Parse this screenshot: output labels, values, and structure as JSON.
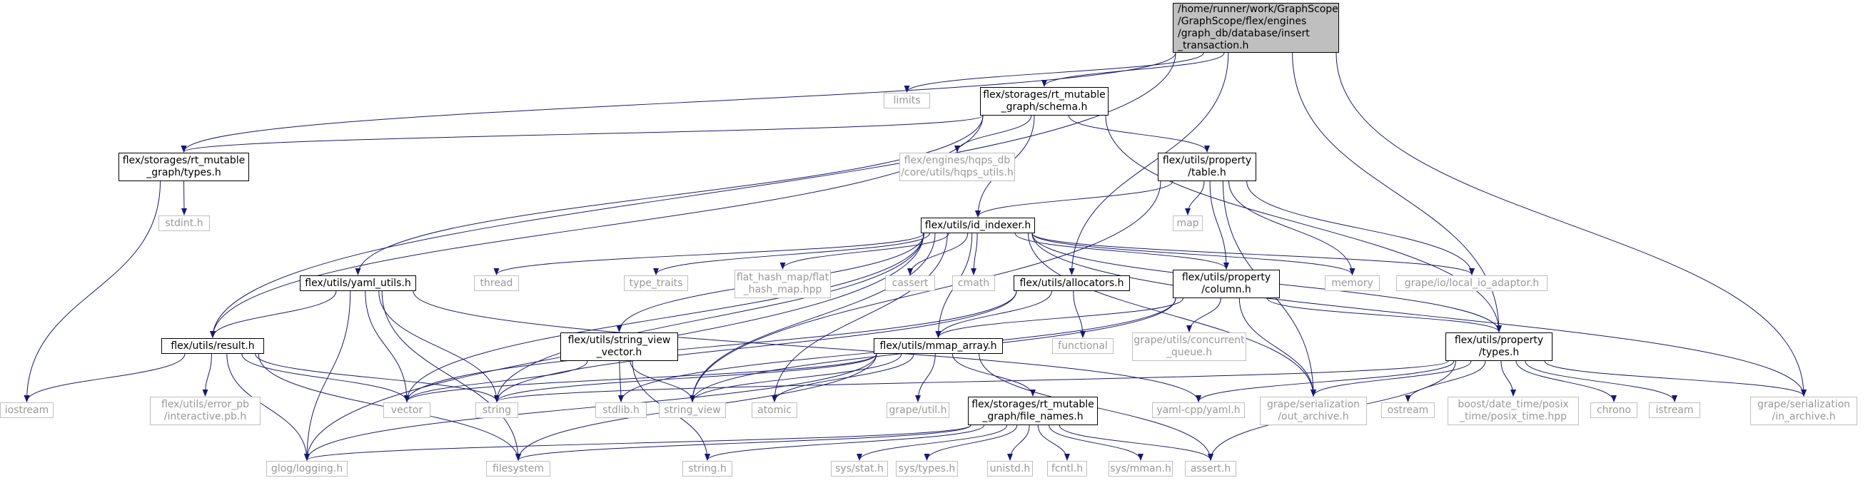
{
  "diagram": {
    "root": "/home/runner/work/GraphScope\n/GraphScope/flex/engines\n/graph_db/database/insert\n_transaction.h",
    "nodes": {
      "limits": "limits",
      "schema": "flex/storages/rt_mutable\n_graph/schema.h",
      "types_h": "flex/storages/rt_mutable\n_graph/types.h",
      "hqps": "flex/engines/hqps_db\n/core/utils/hqps_utils.h",
      "table": "flex/utils/property\n/table.h",
      "stdint": "stdint.h",
      "map": "map",
      "id_indexer": "flex/utils/id_indexer.h",
      "thread": "thread",
      "type_traits": "type_traits",
      "flat_hash_map": "flat_hash_map/flat\n_hash_map.hpp",
      "cassert": "cassert",
      "cmath": "cmath",
      "allocators": "flex/utils/allocators.h",
      "column": "flex/utils/property\n/column.h",
      "memory": "memory",
      "local_io": "grape/io/local_io_adaptor.h",
      "yaml_utils": "flex/utils/yaml_utils.h",
      "result": "flex/utils/result.h",
      "string_view_vector": "flex/utils/string_view\n_vector.h",
      "mmap_array": "flex/utils/mmap_array.h",
      "functional": "functional",
      "concurrent_queue": "grape/utils/concurrent\n_queue.h",
      "prop_types": "flex/utils/property\n/types.h",
      "iostream": "iostream",
      "error_pb": "flex/utils/error_pb\n/interactive.pb.h",
      "vector": "vector",
      "string": "string",
      "stdlib": "stdlib.h",
      "string_view": "string_view",
      "atomic": "atomic",
      "grape_util": "grape/util.h",
      "file_names": "flex/storages/rt_mutable\n_graph/file_names.h",
      "yaml_cpp": "yaml-cpp/yaml.h",
      "out_archive": "grape/serialization\n/out_archive.h",
      "ostream": "ostream",
      "posix_time": "boost/date_time/posix\n_time/posix_time.hpp",
      "chrono": "chrono",
      "istream": "istream",
      "in_archive": "grape/serialization\n/in_archive.h",
      "glog": "glog/logging.h",
      "filesystem": "filesystem",
      "string_h": "string.h",
      "sys_stat": "sys/stat.h",
      "sys_types": "sys/types.h",
      "unistd": "unistd.h",
      "fcntl": "fcntl.h",
      "sys_mman": "sys/mman.h",
      "assert": "assert.h"
    },
    "edges": [
      [
        "root",
        "limits"
      ],
      [
        "root",
        "schema"
      ],
      [
        "root",
        "types_h"
      ],
      [
        "root",
        "result"
      ],
      [
        "root",
        "allocators"
      ],
      [
        "root",
        "prop_types"
      ],
      [
        "root",
        "in_archive"
      ],
      [
        "schema",
        "types_h"
      ],
      [
        "schema",
        "hqps"
      ],
      [
        "schema",
        "table"
      ],
      [
        "schema",
        "id_indexer"
      ],
      [
        "schema",
        "yaml_utils"
      ],
      [
        "schema",
        "result"
      ],
      [
        "schema",
        "prop_types"
      ],
      [
        "types_h",
        "stdint"
      ],
      [
        "types_h",
        "iostream"
      ],
      [
        "table",
        "id_indexer"
      ],
      [
        "table",
        "map"
      ],
      [
        "table",
        "memory"
      ],
      [
        "table",
        "local_io"
      ],
      [
        "table",
        "column"
      ],
      [
        "table",
        "string_view"
      ],
      [
        "table",
        "out_archive"
      ],
      [
        "id_indexer",
        "thread"
      ],
      [
        "id_indexer",
        "type_traits"
      ],
      [
        "id_indexer",
        "flat_hash_map"
      ],
      [
        "id_indexer",
        "cassert"
      ],
      [
        "id_indexer",
        "cmath"
      ],
      [
        "id_indexer",
        "memory"
      ],
      [
        "id_indexer",
        "local_io"
      ],
      [
        "id_indexer",
        "column"
      ],
      [
        "id_indexer",
        "string_view_vector"
      ],
      [
        "id_indexer",
        "mmap_array"
      ],
      [
        "id_indexer",
        "prop_types"
      ],
      [
        "id_indexer",
        "vector"
      ],
      [
        "id_indexer",
        "string"
      ],
      [
        "id_indexer",
        "string_view"
      ],
      [
        "id_indexer",
        "atomic"
      ],
      [
        "id_indexer",
        "glog"
      ],
      [
        "id_indexer",
        "out_archive"
      ],
      [
        "id_indexer",
        "in_archive"
      ],
      [
        "allocators",
        "mmap_array"
      ],
      [
        "allocators",
        "functional"
      ],
      [
        "allocators",
        "vector"
      ],
      [
        "allocators",
        "string"
      ],
      [
        "column",
        "mmap_array"
      ],
      [
        "column",
        "concurrent_queue"
      ],
      [
        "column",
        "prop_types"
      ],
      [
        "column",
        "string_view"
      ],
      [
        "column",
        "out_archive"
      ],
      [
        "column",
        "stdlib"
      ],
      [
        "yaml_utils",
        "result"
      ],
      [
        "yaml_utils",
        "yaml_cpp"
      ],
      [
        "yaml_utils",
        "vector"
      ],
      [
        "yaml_utils",
        "string"
      ],
      [
        "yaml_utils",
        "glog"
      ],
      [
        "yaml_utils",
        "filesystem"
      ],
      [
        "result",
        "iostream"
      ],
      [
        "result",
        "error_pb"
      ],
      [
        "result",
        "vector"
      ],
      [
        "result",
        "string"
      ],
      [
        "result",
        "glog"
      ],
      [
        "result",
        "filesystem"
      ],
      [
        "string_view_vector",
        "vector"
      ],
      [
        "string_view_vector",
        "stdlib"
      ],
      [
        "string_view_vector",
        "string_view"
      ],
      [
        "string_view_vector",
        "string_h"
      ],
      [
        "mmap_array",
        "grape_util"
      ],
      [
        "mmap_array",
        "file_names"
      ],
      [
        "mmap_array",
        "string_view"
      ],
      [
        "mmap_array",
        "atomic"
      ],
      [
        "mmap_array",
        "string"
      ],
      [
        "mmap_array",
        "vector"
      ],
      [
        "mmap_array",
        "glog"
      ],
      [
        "mmap_array",
        "filesystem"
      ],
      [
        "mmap_array",
        "assert"
      ],
      [
        "prop_types",
        "yaml_cpp"
      ],
      [
        "prop_types",
        "out_archive"
      ],
      [
        "prop_types",
        "ostream"
      ],
      [
        "prop_types",
        "posix_time"
      ],
      [
        "prop_types",
        "chrono"
      ],
      [
        "prop_types",
        "istream"
      ],
      [
        "prop_types",
        "in_archive"
      ],
      [
        "prop_types",
        "string"
      ],
      [
        "prop_types",
        "assert"
      ],
      [
        "file_names",
        "glog"
      ],
      [
        "file_names",
        "filesystem"
      ],
      [
        "file_names",
        "string_h"
      ],
      [
        "file_names",
        "sys_stat"
      ],
      [
        "file_names",
        "sys_types"
      ],
      [
        "file_names",
        "unistd"
      ],
      [
        "file_names",
        "fcntl"
      ],
      [
        "file_names",
        "sys_mman"
      ],
      [
        "file_names",
        "assert"
      ]
    ]
  }
}
